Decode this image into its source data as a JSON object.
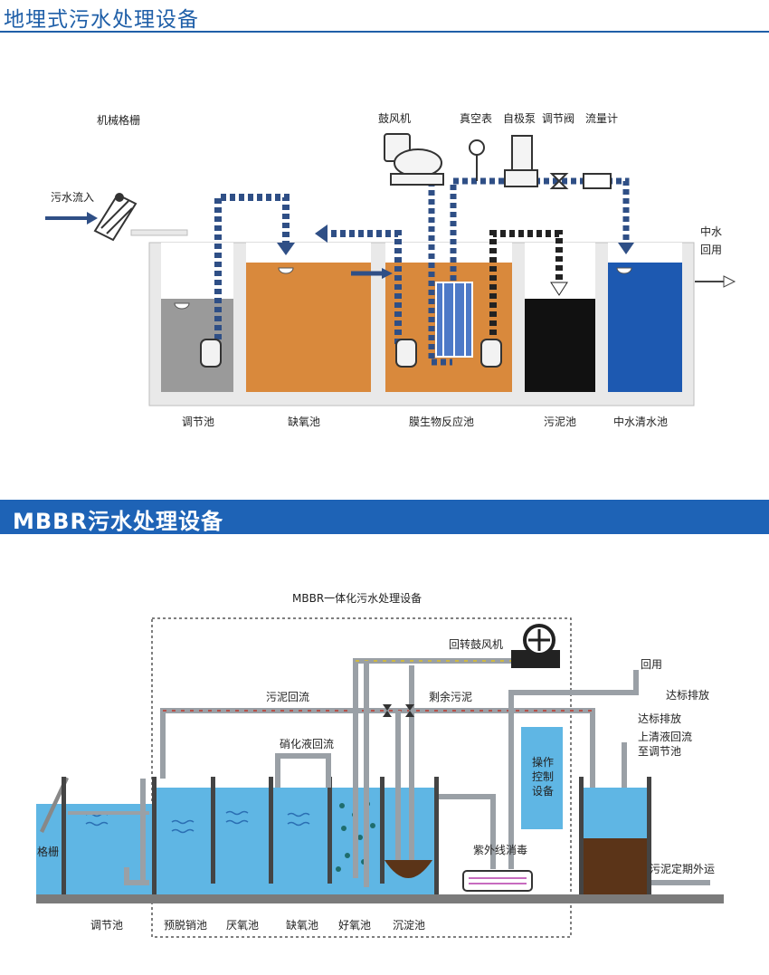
{
  "section1": {
    "title": "地埋式污水处理设备",
    "labels": {
      "screen": "机械格栅",
      "inflow": "污水流入",
      "blower": "鼓风机",
      "vacuum_gauge": "真空表",
      "self_priming_pump": "自极泵",
      "valve": "调节阀",
      "flowmeter": "流量计",
      "reuse_line1": "中水",
      "reuse_line2": "回用"
    },
    "tanks": [
      "调节池",
      "缺氧池",
      "膜生物反应池",
      "污泥池",
      "中水清水池"
    ]
  },
  "section2": {
    "title": "MBBR污水处理设备",
    "labels": {
      "unit": "MBBR一体化污水处理设备",
      "rotary_blower": "回转鼓风机",
      "reuse": "回用",
      "discharge_top": "达标排放",
      "sludge_return": "污泥回流",
      "excess_sludge": "剩余污泥",
      "discharge": "达标排放",
      "supernatant_line1": "上清液回流",
      "supernatant_line2": "至调节池",
      "nitrate_return": "硝化液回流",
      "control_line1": "操作",
      "control_line2": "控制",
      "control_line3": "设备",
      "grille": "格栅",
      "uv": "紫外线消毒",
      "sludge_out": "污泥定期外运"
    },
    "tanks": [
      "调节池",
      "预脱销池",
      "厌氧池",
      "缺氧池",
      "好氧池",
      "沉淀池"
    ]
  },
  "colors": {
    "accent": "#1f5fa8",
    "banner": "#1e63b6",
    "pipe": "#2f4f86",
    "orange_water": "#d9893c",
    "blue_water": "#1d59b1",
    "light_water": "#5fb6e4",
    "sludge": "#5b3418"
  }
}
